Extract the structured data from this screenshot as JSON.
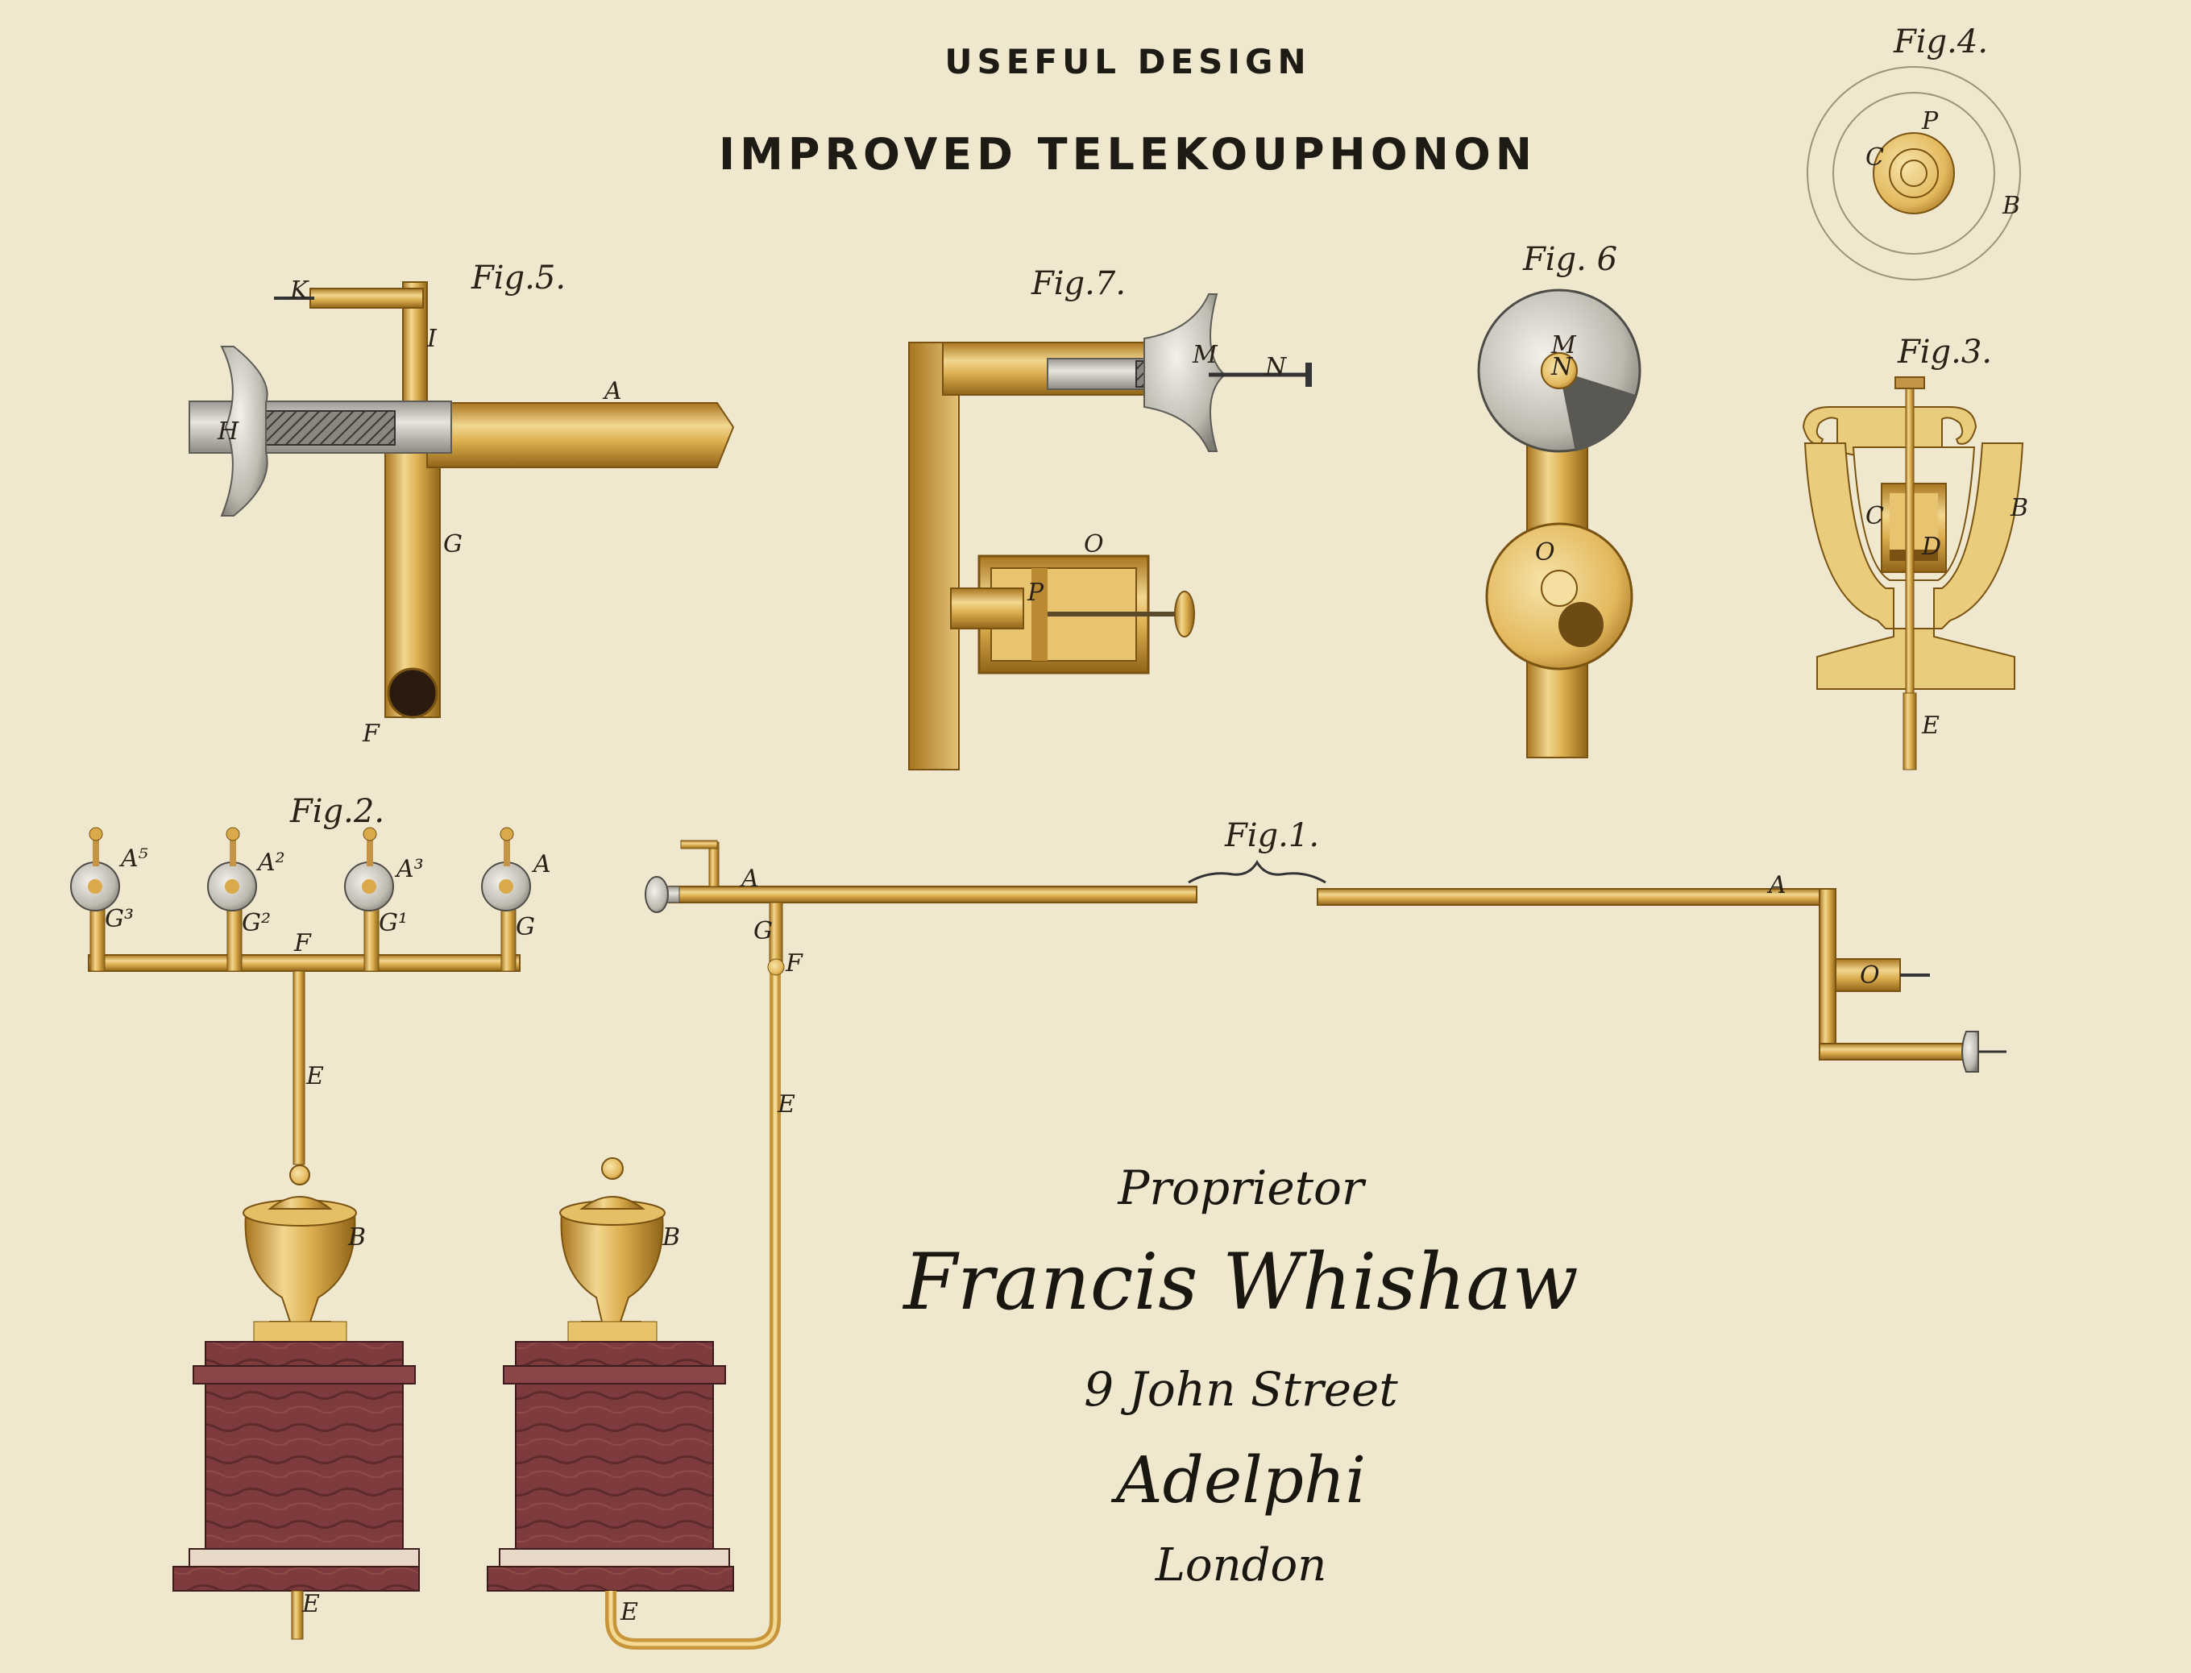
{
  "header": {
    "subtitle": "USEFUL DESIGN",
    "title": "IMPROVED TELEKOUPHONON"
  },
  "figures": {
    "fig1": "Fig.1.",
    "fig2": "Fig.2.",
    "fig3": "Fig.3.",
    "fig4": "Fig.4.",
    "fig5": "Fig.5.",
    "fig6": "Fig. 6",
    "fig7": "Fig.7."
  },
  "part_labels": {
    "A": "A",
    "A2": "A²",
    "A3": "A³",
    "A5": "A⁵",
    "B": "B",
    "C": "C",
    "D": "D",
    "E": "E",
    "F": "F",
    "G": "G",
    "G1": "G¹",
    "G2": "G²",
    "G3": "G³",
    "H": "H",
    "I": "I",
    "K": "K",
    "M": "M",
    "N": "N",
    "O": "O",
    "P": "P"
  },
  "proprietor": {
    "label": "Proprietor",
    "name": "Francis Whishaw",
    "street": "9 John Street",
    "area": "Adelphi",
    "city": "London"
  },
  "colors": {
    "paper": "#efe8cf",
    "brass": "#d9a94a",
    "brass_light": "#efd38a",
    "brass_dark": "#9c6e1e",
    "mahogany": "#7a3a3c",
    "ink": "#1e1a14"
  }
}
